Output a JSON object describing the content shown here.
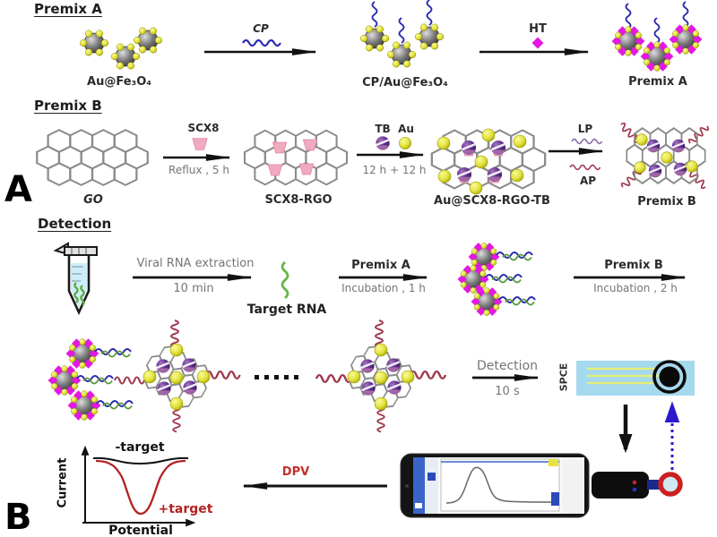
{
  "figure": {
    "panel_a_letter": "A",
    "panel_b_letter": "B"
  },
  "premix_a": {
    "heading": "Premix A",
    "reagent": "Au@Fe₃O₄",
    "arrow1": "CP",
    "intermediate": "CP/Au@Fe₃O₄",
    "arrow2": "HT",
    "product": "Premix A"
  },
  "premix_b": {
    "heading": "Premix B",
    "reagent": "GO",
    "arrow1_top": "SCX8",
    "arrow1_bottom": "Reflux , 5 h",
    "intermediate1": "SCX8-RGO",
    "arrow2_tb": "TB",
    "arrow2_au": "Au",
    "arrow2_bottom": "12 h + 12 h",
    "intermediate2": "Au@SCX8-RGO-TB",
    "arrow3_top": "LP",
    "arrow3_bottom": "AP",
    "product": "Premix B"
  },
  "detection": {
    "heading": "Detection",
    "arrow1_top": "Viral RNA extraction",
    "arrow1_bottom": "10 min",
    "target": "Target RNA",
    "arrow2_top": "Premix A",
    "arrow2_bottom": "Incubation , 1 h",
    "arrow3_top": "Premix B",
    "arrow3_bottom": "Incubation , 2 h",
    "arrow4_top": "Detection",
    "arrow4_bottom": "10 s",
    "electrode": "SPCE",
    "method": "DPV"
  },
  "graph": {
    "ylabel": "Current",
    "xlabel": "Potential",
    "no_target": "-target",
    "with_target": "+target"
  },
  "colors": {
    "cp_strand_blue": "#2a2ab0",
    "ht_magenta": "#e318e3",
    "au_yellow": "#e2e23c",
    "scx8_pink": "#f2aabf",
    "tb_purple": "#5a2a8a",
    "probe_red": "#a03a50",
    "target_green": "#6ab544",
    "spce_blue": "#a5d9ee",
    "dpv_red": "#c03028",
    "with_target_curve": "#b22222",
    "without_target_curve": "#1a1a1a"
  }
}
